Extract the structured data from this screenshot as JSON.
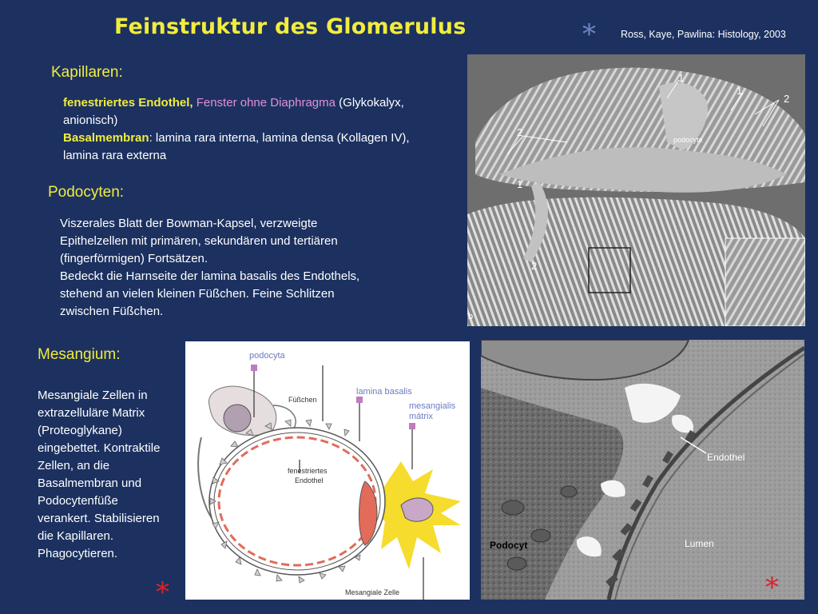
{
  "title": "Feinstruktur des Glomerulus",
  "source": "Ross, Kaye, Pawlina: Histology, 2003",
  "asterisk": "*",
  "kapillaren": {
    "heading": "Kapillaren:",
    "line1_bold": "fenestriertes Endothel,",
    "line1_pink": " Fenster ohne Diaphragma",
    "line1_rest": " (Glykokalyx,",
    "line2": "anionisch)",
    "line3_bold": "Basalmembran",
    "line3_rest": ": lamina rara interna, lamina densa (Kollagen IV),",
    "line4": "lamina rara externa"
  },
  "podocyten": {
    "heading": "Podocyten:",
    "lines": [
      "Viszerales Blatt der Bowman-Kapsel,  verzweigte",
      "Epithelzellen mit primären, sekundären und tertiären",
      "(fingerförmigen) Fortsätzen.",
      "Bedeckt die Harnseite der lamina basalis des Endothels,",
      "stehend an vielen kleinen Füßchen. Feine Schlitzen",
      "zwischen Füßchen."
    ]
  },
  "mesangium": {
    "heading": "Mesangium:",
    "lines": [
      "Mesangiale Zellen in",
      "extrazelluläre Matrix",
      "(Proteoglykane)",
      "eingebettet. Kontraktile",
      "Zellen, an die",
      "Basalmembran und",
      "Podocytenfüße",
      "verankert. Stabilisieren",
      "die Kapillaren.",
      "Phagocytieren."
    ]
  },
  "sem_image": {
    "labels": {
      "l1a": "1",
      "l1b": "1",
      "l1c": "1",
      "l2a": "2",
      "l2b": "2",
      "l2c": "2",
      "podocyte": "podocyte",
      "panel": "b"
    }
  },
  "diagram": {
    "podocyta": "podocyta",
    "fusschen": "Füßchen",
    "lamina_basalis": "lamina basalis",
    "mesangialis_1": "mesangialis",
    "mesangialis_2": "mátrix",
    "fenestriertes_1": "fenestriertes",
    "fenestriertes_2": "Endothel",
    "mesangiale_zelle": "Mesangiale Zelle"
  },
  "tem_image": {
    "podocyt": "Podocyt",
    "endothel": "Endothel",
    "lumen": "Lumen"
  }
}
